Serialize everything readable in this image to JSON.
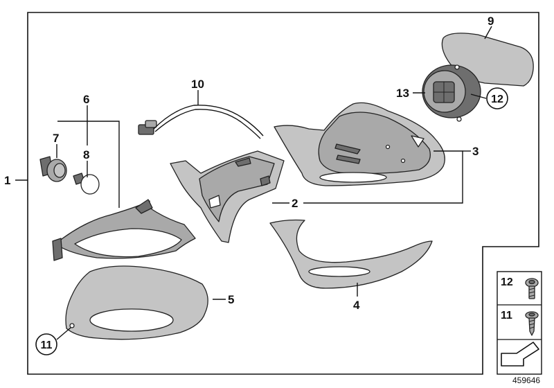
{
  "diagram": {
    "callouts": {
      "c1": "1",
      "c2": "2",
      "c3": "3",
      "c4": "4",
      "c5": "5",
      "c6": "6",
      "c7": "7",
      "c8": "8",
      "c9": "9",
      "c10": "10",
      "c11": "11",
      "c12": "12",
      "c13": "13"
    },
    "legend": {
      "screw_12": "12",
      "screw_11": "11"
    },
    "reference_number": "459646"
  }
}
